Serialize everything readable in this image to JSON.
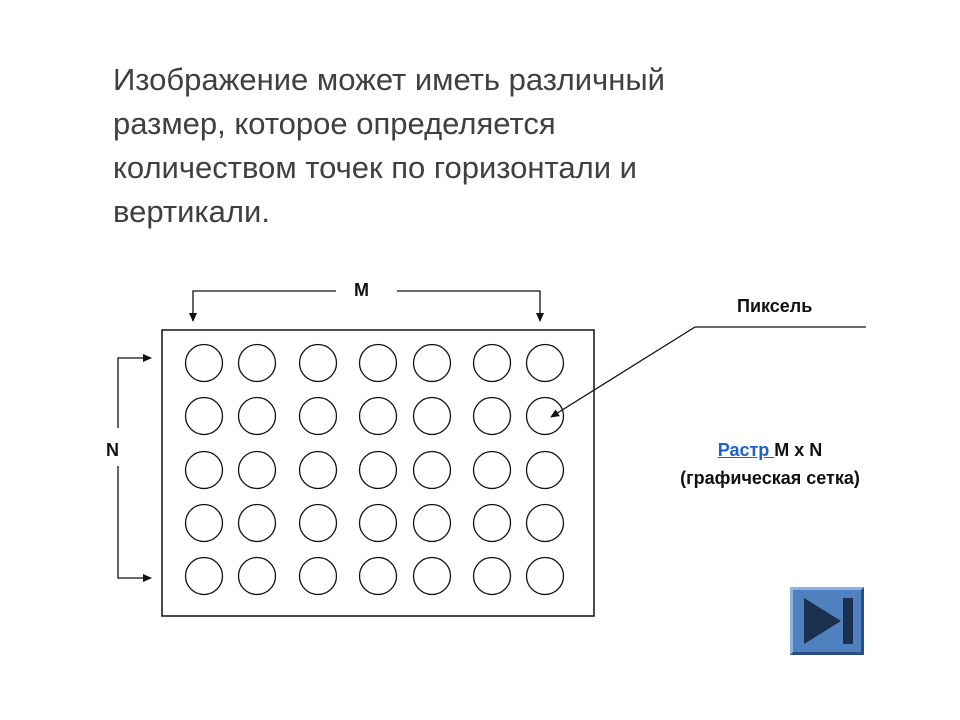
{
  "heading": {
    "lines": [
      "Изображение может иметь различный",
      "размер, которое определяется",
      "количеством точек по горизонтали и",
      "вертикали."
    ]
  },
  "diagram": {
    "label_m": "M",
    "label_n": "N",
    "label_pixel": "Пиксель",
    "grid": {
      "columns": 7,
      "rows": 5
    },
    "raster": {
      "link_text": "Растр ",
      "suffix": "M x N",
      "subtitle": "(графическая сетка)"
    }
  },
  "nav": {
    "icon": "end-play-icon",
    "color": "#4f80bf"
  }
}
